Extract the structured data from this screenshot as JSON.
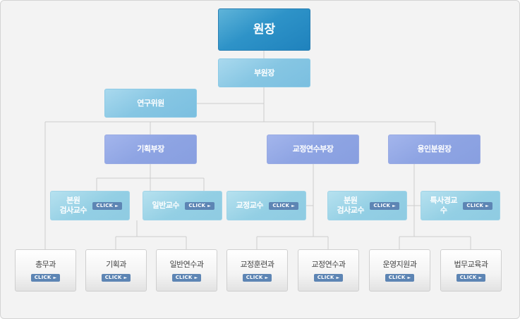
{
  "chart": {
    "head": "원장",
    "deputy": "부원장",
    "research": "연구위원",
    "divisions": [
      "기획부장",
      "교정연수부장",
      "용인분원장"
    ]
  },
  "professors": [
    "본원\n검사교수",
    "일반교수",
    "교정교수",
    "분원\n검사교수",
    "특사경교수"
  ],
  "departments": [
    "총무과",
    "기획과",
    "일반연수과",
    "교정훈련과",
    "교정연수과",
    "운영지원과",
    "법무교육과"
  ],
  "click_label": "CLICK",
  "click_arrow": "►",
  "colors": {
    "head": "#2e93c8",
    "deputy": "#86c6e3",
    "division": "#8ea4e3",
    "professor": "#93cfe4",
    "click_badge": "#5d85b4",
    "connector": "#cccccc"
  }
}
